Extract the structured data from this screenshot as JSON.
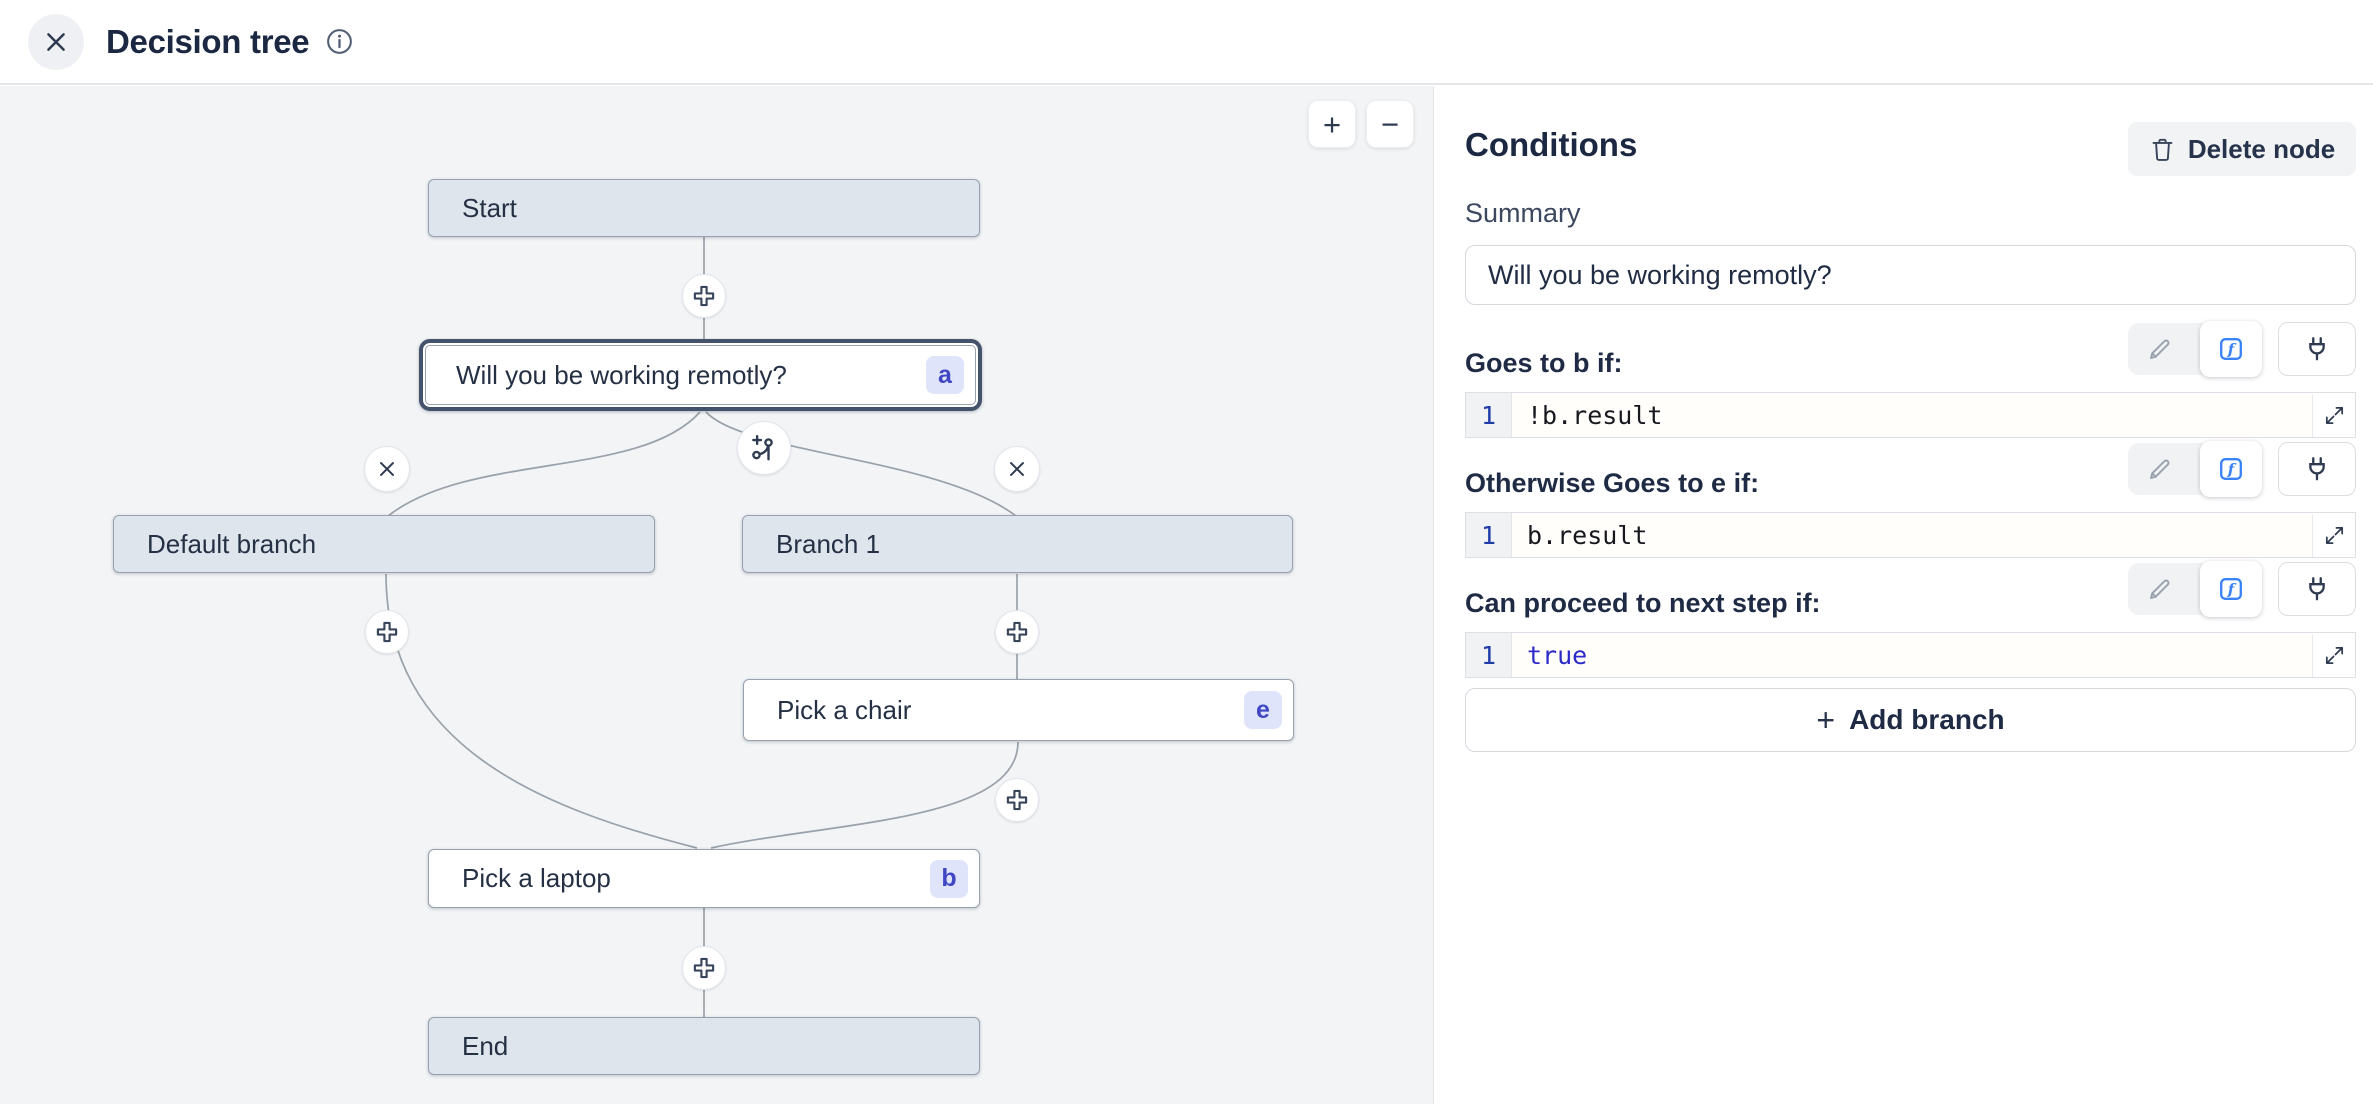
{
  "header": {
    "title": "Decision tree"
  },
  "canvas": {
    "zoom_in_label": "+",
    "zoom_out_label": "−",
    "nodes": [
      {
        "label": "Start"
      },
      {
        "label": "Will you be working remotly?",
        "badge": "a"
      },
      {
        "label": "Default branch"
      },
      {
        "label": "Branch 1"
      },
      {
        "label": "Pick a chair",
        "badge": "e"
      },
      {
        "label": "Pick a laptop",
        "badge": "b"
      },
      {
        "label": "End"
      }
    ]
  },
  "panel": {
    "title": "Conditions",
    "delete_node_label": "Delete node",
    "summary_label": "Summary",
    "summary_value": "Will you be working remotly?",
    "conditions": [
      {
        "label": "Goes to b if:",
        "line_number": "1",
        "code": "!b.result",
        "code_style": "color:#16181d"
      },
      {
        "label": "Otherwise Goes to e if:",
        "line_number": "1",
        "code": "b.result",
        "code_style": "color:#16181d"
      },
      {
        "label": "Can proceed to next step if:",
        "line_number": "1",
        "code": "true",
        "code_style": "color:#2d2bc8"
      }
    ],
    "add_branch_label": "Add branch"
  },
  "colors": {
    "accent_blue": "#3b82f6",
    "badge_bg": "#e0e4fb",
    "badge_text": "#3f47c3",
    "node_fill": "#dee5ec",
    "selected_border": "#45526b",
    "edge": "#9aa1a9",
    "keyword_blue": "#2d2bc8"
  }
}
